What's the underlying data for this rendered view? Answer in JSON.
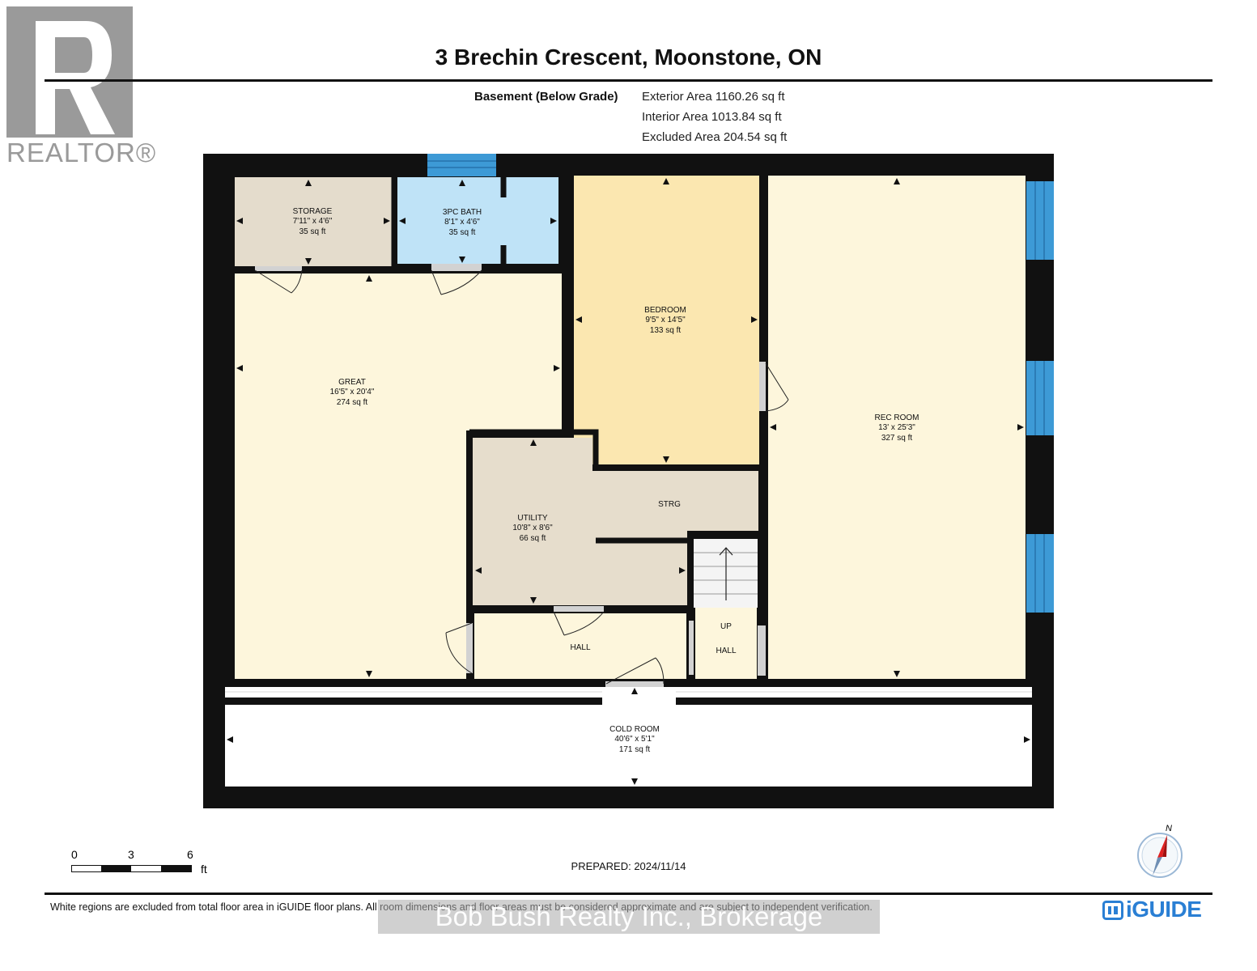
{
  "header": {
    "title": "3 Brechin Crescent, Moonstone, ON",
    "level_name": "Basement (Below Grade)",
    "areas": [
      "Exterior Area 1160.26 sq ft",
      "Interior Area 1013.84 sq ft",
      "Excluded Area 204.54 sq ft"
    ]
  },
  "realtor_logo": {
    "icon": "realtor-r-logo",
    "wordmark": "REALTOR®"
  },
  "rooms": {
    "storage": {
      "name": "STORAGE",
      "dims": "7'11\" x 4'6\"",
      "area": "35 sq ft"
    },
    "bath": {
      "name": "3PC BATH",
      "dims": "8'1\" x 4'6\"",
      "area": "35 sq ft"
    },
    "bedroom": {
      "name": "BEDROOM",
      "dims": "9'5\" x 14'5\"",
      "area": "133 sq ft"
    },
    "rec_room": {
      "name": "REC ROOM",
      "dims": "13' x 25'3\"",
      "area": "327 sq ft"
    },
    "great": {
      "name": "GREAT",
      "dims": "16'5\" x 20'4\"",
      "area": "274 sq ft"
    },
    "utility": {
      "name": "UTILITY",
      "dims": "10'8\" x 8'6\"",
      "area": "66 sq ft"
    },
    "strg": {
      "name": "STRG"
    },
    "hall_left": {
      "name": "HALL"
    },
    "hall_right": {
      "name": "HALL"
    },
    "stairs": {
      "label": "UP"
    },
    "cold_room": {
      "name": "COLD ROOM",
      "dims": "40'6\" x 5'1\"",
      "area": "171 sq ft"
    }
  },
  "scale": {
    "ticks": [
      "0",
      "3",
      "6"
    ],
    "unit": "ft"
  },
  "prepared": "PREPARED: 2024/11/14",
  "compass": {
    "label": "N",
    "icon": "north-compass-icon"
  },
  "footer": {
    "disclaimer": "White regions are excluded from total floor area in iGUIDE floor plans. All room dimensions and floor areas must be considered approximate and are subject to independent verification.",
    "watermark": "Bob Bush Realty Inc., Brokerage",
    "brand": "iGUIDE"
  },
  "colors": {
    "wall": "#111111",
    "great": "#fdf6dc",
    "rec_room": "#fdf6dc",
    "storage": "#e4dccc",
    "utility": "#e6ddcc",
    "bath": "#bfe3f7",
    "bedroom": "#fbe7b0",
    "window": "#3d9ad6",
    "brand": "#2a7fd4"
  }
}
